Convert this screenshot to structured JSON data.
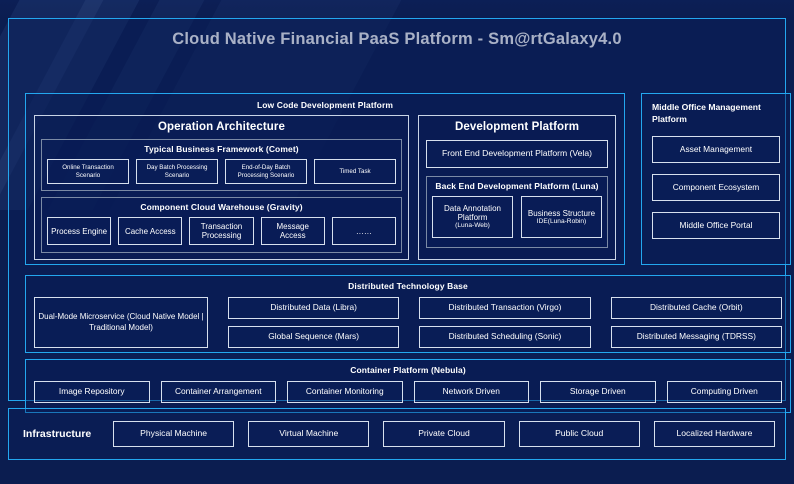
{
  "title": "Cloud Native Financial PaaS Platform - Sm@rtGalaxy4.0",
  "colors": {
    "background": "#0b1d50",
    "accent_border": "#23a7ef",
    "box_border": "#d7e0ee",
    "text": "#ffffff"
  },
  "low_code": {
    "title": "Low Code Development Platform",
    "operation_architecture": {
      "title": "Operation Architecture",
      "typical_business_framework": {
        "title": "Typical Business Framework (Comet)",
        "items": [
          "Online Transaction Scenario",
          "Day Batch Processing Scenario",
          "End-of-Day Batch Processing Scenario",
          "Timed Task"
        ]
      },
      "component_cloud_warehouse": {
        "title": "Component Cloud Warehouse (Gravity)",
        "items": [
          "Process Engine",
          "Cache Access",
          "Transaction Processing",
          "Message Access",
          "……"
        ]
      }
    },
    "development_platform": {
      "title": "Development Platform",
      "front_end": "Front End Development Platform (Vela)",
      "back_end": {
        "title": "Back End Development Platform (Luna)",
        "items": [
          {
            "main": "Data Annotation Platform",
            "sub": "(Luna-Web)"
          },
          {
            "main": "Business Structure",
            "sub": "IDE(Luna-Robin)"
          }
        ]
      }
    }
  },
  "middle_office": {
    "title": "Middle Office Management Platform",
    "items": [
      "Asset Management",
      "Component Ecosystem",
      "Middle Office Portal"
    ]
  },
  "distributed_technology_base": {
    "title": "Distributed Technology Base",
    "dual_mode": "Dual-Mode Microservice (Cloud Native Model | Traditional Model)",
    "columns": [
      [
        "Distributed Data (Libra)",
        "Global Sequence (Mars)"
      ],
      [
        "Distributed Transaction (Virgo)",
        "Distributed Scheduling (Sonic)"
      ],
      [
        "Distributed Cache (Orbit)",
        "Distributed Messaging (TDRSS)"
      ]
    ]
  },
  "container_platform": {
    "title": "Container Platform (Nebula)",
    "items": [
      "Image Repository",
      "Container Arrangement",
      "Container Monitoring",
      "Network Driven",
      "Storage Driven",
      "Computing Driven"
    ]
  },
  "infrastructure": {
    "label": "Infrastructure",
    "items": [
      "Physical Machine",
      "Virtual Machine",
      "Private Cloud",
      "Public Cloud",
      "Localized Hardware"
    ]
  }
}
